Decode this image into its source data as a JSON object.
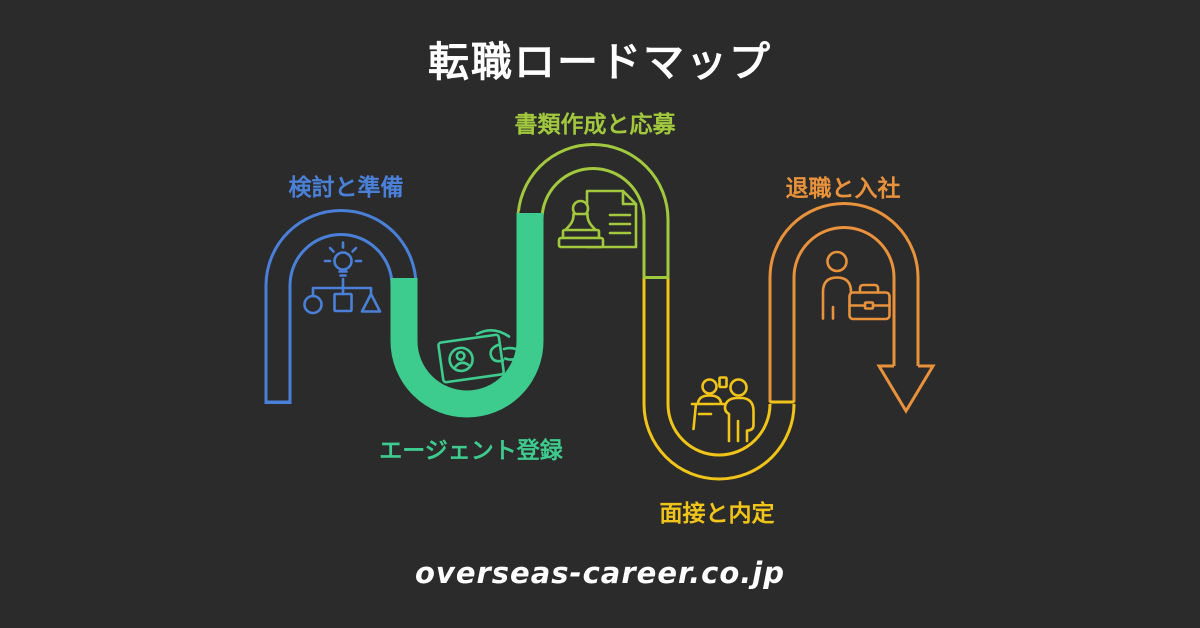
{
  "header": {
    "title": "転職ロードマップ"
  },
  "footer": {
    "site": "overseas-career.co.jp"
  },
  "colors": {
    "background": "#2b2b2b",
    "title_text": "#ffffff",
    "stage1_blue": "#4a80d8",
    "stage2_green": "#3ecb8e",
    "stage3_lime": "#a2c93d",
    "stage4_yellow": "#f0c419",
    "stage5_orange": "#e8923c"
  },
  "stages": [
    {
      "label": "検討と準備",
      "color": "#4a80d8",
      "icon": "idea-organization-icon",
      "shape": "arch-outline"
    },
    {
      "label": "エージェント登録",
      "color": "#3ecb8e",
      "icon": "business-card-hand-icon",
      "shape": "u-filled"
    },
    {
      "label": "書類作成と応募",
      "color": "#a2c93d",
      "icon": "document-stamp-icon",
      "shape": "arch-outline"
    },
    {
      "label": "面接と内定",
      "color": "#f0c419",
      "icon": "interview-icon",
      "shape": "u-outline"
    },
    {
      "label": "退職と入社",
      "color": "#e8923c",
      "icon": "person-briefcase-icon",
      "shape": "arch-outline-arrow"
    }
  ]
}
